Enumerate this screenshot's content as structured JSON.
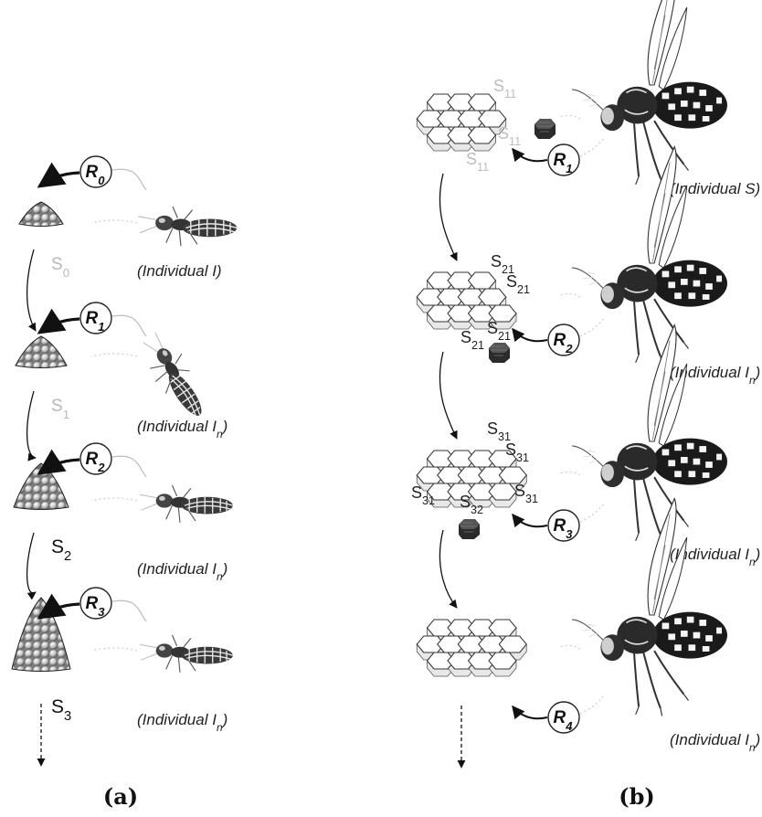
{
  "panel_a": {
    "label": "(a)",
    "steps": [
      {
        "r": "R",
        "r_sub": "0",
        "s": "S",
        "s_sub": "0",
        "individual": "(Individual I)",
        "ind_sub": ""
      },
      {
        "r": "R",
        "r_sub": "1",
        "s": "S",
        "s_sub": "1",
        "individual": "(Individual I",
        "ind_sub": "n"
      },
      {
        "r": "R",
        "r_sub": "2",
        "s": "S",
        "s_sub": "2",
        "individual": "(Individual I",
        "ind_sub": "n"
      },
      {
        "r": "R",
        "r_sub": "3",
        "s": "S",
        "s_sub": "3",
        "individual": "(Individual I",
        "ind_sub": "n"
      }
    ]
  },
  "panel_b": {
    "label": "(b)",
    "steps": [
      {
        "r": "R",
        "r_sub": "1",
        "individual": "(Individual S)",
        "ind_sub": "",
        "s_labels": [
          {
            "t": "S",
            "sub": "11"
          },
          {
            "t": "S",
            "sub": "11"
          },
          {
            "t": "S",
            "sub": "11"
          }
        ]
      },
      {
        "r": "R",
        "r_sub": "2",
        "individual": "(Individual I",
        "ind_sub": "n",
        "s_labels": [
          {
            "t": "S",
            "sub": "21"
          },
          {
            "t": "S",
            "sub": "21"
          },
          {
            "t": "S",
            "sub": "21"
          },
          {
            "t": "S",
            "sub": "21"
          }
        ]
      },
      {
        "r": "R",
        "r_sub": "3",
        "individual": "(Individual I",
        "ind_sub": "n",
        "s_labels": [
          {
            "t": "S",
            "sub": "31"
          },
          {
            "t": "S",
            "sub": "31"
          },
          {
            "t": "S",
            "sub": "31"
          },
          {
            "t": "S",
            "sub": "31"
          },
          {
            "t": "S",
            "sub": "32"
          }
        ]
      },
      {
        "r": "R",
        "r_sub": "4",
        "individual": "(Individual I",
        "ind_sub": "n",
        "s_labels": []
      }
    ]
  }
}
